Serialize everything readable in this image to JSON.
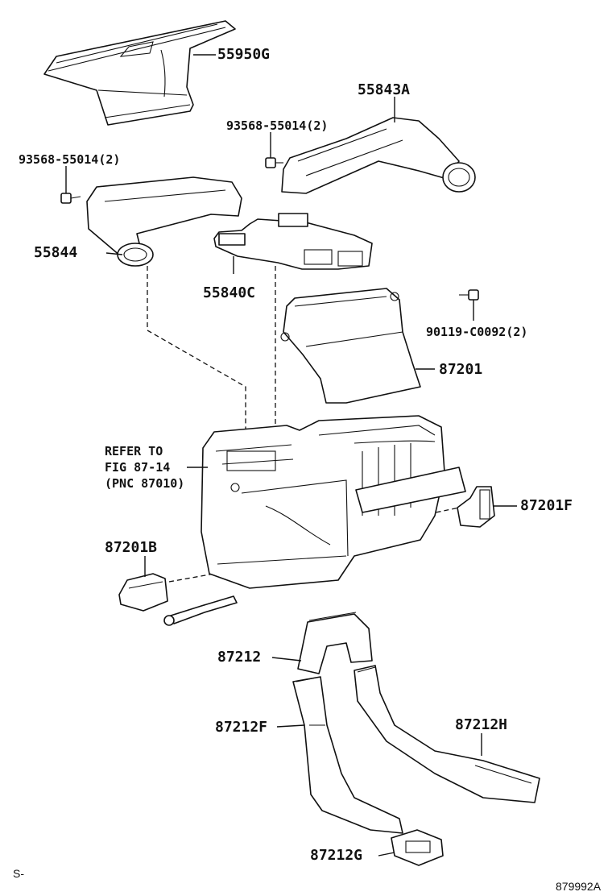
{
  "labels": {
    "p55950G": "55950G",
    "p55843A": "55843A",
    "bolt_upper": "93568-55014(2)",
    "bolt_left": "93568-55014(2)",
    "p55844": "55844",
    "p55840C": "55840C",
    "screw_right": "90119-C0092(2)",
    "p87201": "87201",
    "refer_note": "REFER TO\nFIG 87-14\n(PNC 87010)",
    "p87201F": "87201F",
    "p87201B": "87201B",
    "p87212": "87212",
    "p87212F": "87212F",
    "p87212H": "87212H",
    "p87212G": "87212G"
  },
  "footer": {
    "left_mark": "S-",
    "diagram_id": "879992A"
  }
}
